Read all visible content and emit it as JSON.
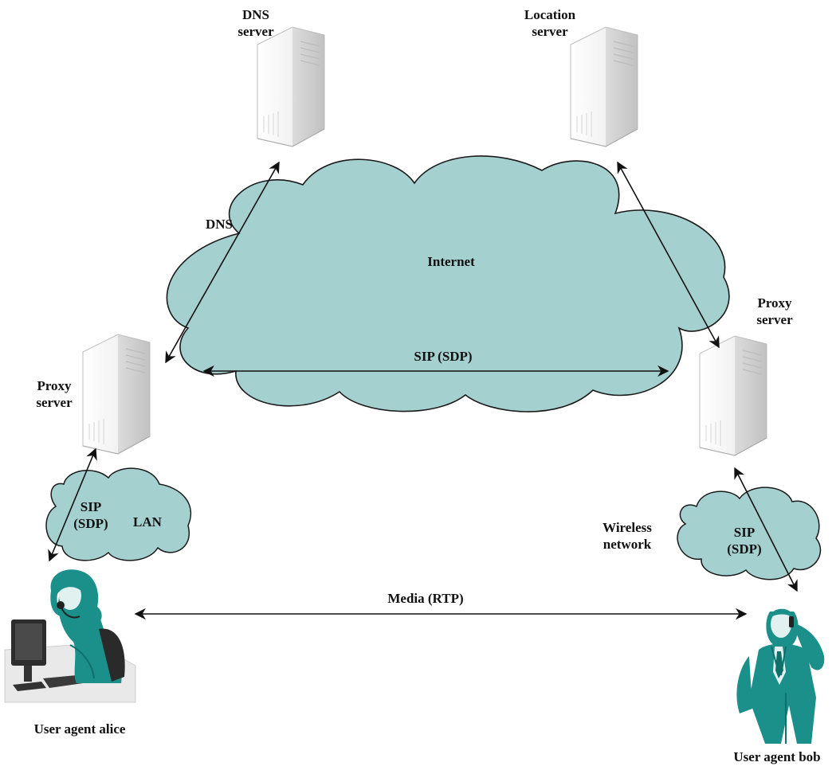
{
  "colors": {
    "cloud_fill": "#a4d0cf",
    "cloud_stroke": "#1a1a1a",
    "server_fill": "#ececec",
    "person_teal": "#1b8f8a",
    "arrow": "#111111"
  },
  "servers": {
    "dns": {
      "line1": "DNS",
      "line2": "server"
    },
    "location": {
      "line1": "Location",
      "line2": "server"
    },
    "proxy_left": {
      "line1": "Proxy",
      "line2": "server"
    },
    "proxy_right": {
      "line1": "Proxy",
      "line2": "server"
    }
  },
  "networks": {
    "internet": "Internet",
    "lan": "LAN",
    "wireless": {
      "line1": "Wireless",
      "line2": "network"
    }
  },
  "links": {
    "dns": "DNS",
    "sip_internet": "SIP (SDP)",
    "sip_lan": {
      "line1": "SIP",
      "line2": "(SDP)"
    },
    "sip_wireless": {
      "line1": "SIP",
      "line2": "(SDP)"
    },
    "media": "Media (RTP)"
  },
  "agents": {
    "alice": "User agent alice",
    "bob": "User agent bob"
  },
  "icons": [
    "server-icon",
    "cloud-icon",
    "user-agent-alice-icon",
    "user-agent-bob-icon"
  ]
}
